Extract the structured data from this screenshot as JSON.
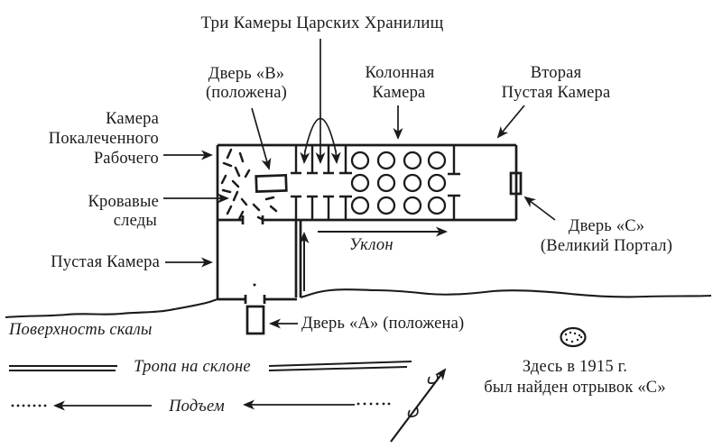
{
  "colors": {
    "background": "#ffffff",
    "ink": "#1b1b1b"
  },
  "labels": {
    "three_royal_store_chambers": "Три Камеры Царских Хранилищ",
    "door_b": {
      "line1": "Дверь «В»",
      "line2": "(положена)"
    },
    "column_chamber": {
      "line1": "Колонная",
      "line2": "Камера"
    },
    "second_empty_chamber": {
      "line1": "Вторая",
      "line2": "Пустая Камера"
    },
    "maimed_worker_chamber": {
      "line1": "Камера",
      "line2": "Покалеченного",
      "line3": "Рабочего"
    },
    "bloody_traces": {
      "line1": "Кровавые",
      "line2": "следы"
    },
    "empty_chamber": "Пустая Камера",
    "door_c": {
      "line1": "Дверь «С»",
      "line2": "(Великий Портал)"
    },
    "slope": "Уклон",
    "door_a": "Дверь «А» (положена)",
    "rock_surface": "Поверхность скалы",
    "hillside_path": "Тропа на склоне",
    "ascent": "Подъем",
    "fragment_found": {
      "line1": "Здесь в 1915 г.",
      "line2": "был найден отрывок «С»"
    }
  }
}
